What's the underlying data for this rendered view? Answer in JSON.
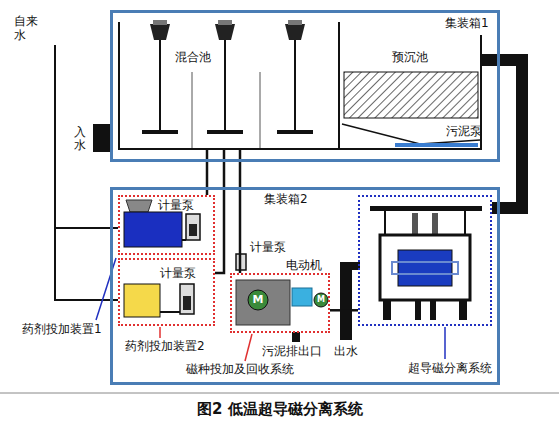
{
  "diagram": {
    "caption": "图2 低温超导磁分离系统",
    "nodes": [
      {
        "text": [
          "集装箱1"
        ]
      },
      {
        "text": [
          "混合池"
        ],
        "in": 0
      },
      {
        "text": [
          "预沉池"
        ],
        "in": 0
      },
      {
        "text": [
          "集装箱2"
        ]
      },
      {
        "text": [
          "药剂投加装置1"
        ],
        "in": 3
      },
      {
        "text": [
          "药剂投加装置2"
        ],
        "in": 3
      },
      {
        "text": [
          "磁种投加及回收系统"
        ],
        "in": 3
      },
      {
        "text": [
          "超导磁分离系统"
        ],
        "in": 3
      }
    ],
    "edges": [
      {
        "from": 2,
        "to": 7,
        "arrow": "none"
      },
      {
        "from": 4,
        "to": 1,
        "arrow": "none"
      },
      {
        "from": 5,
        "to": 1,
        "arrow": "none"
      },
      {
        "from": 6,
        "to": 1,
        "arrow": "none"
      },
      {
        "from": 7,
        "to": 6,
        "arrow": "none"
      }
    ],
    "labels": [
      "自来水",
      "入水",
      "污泥泵",
      "计量泵",
      "计量泵",
      "计量泵",
      "电动机",
      "M",
      "M",
      "污泥排出口",
      "出水"
    ]
  }
}
